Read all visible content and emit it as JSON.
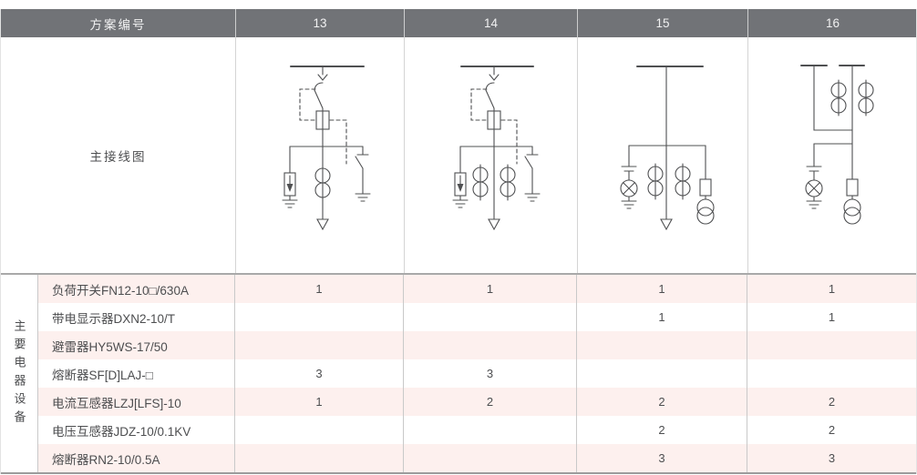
{
  "colors": {
    "header_bg": "#717377",
    "header_text": "#f1f1f2",
    "row_pink": "#fdf0ee",
    "cell_text": "#4d4e50",
    "diagram_stroke": "#4f5052",
    "divider": "#c9c9c9",
    "section_border": "#a9a9a9",
    "bottom_border": "#9b9b9b"
  },
  "table": {
    "header": {
      "label": "方案编号",
      "schemes": [
        "13",
        "14",
        "15",
        "16"
      ]
    },
    "diagram_row": {
      "label": "主接线图",
      "diagrams": [
        {
          "scheme": "13",
          "components": [
            "busbar",
            "plug-in-contact",
            "load-switch",
            "fuse-with-striker-interlock",
            "surge-arrester",
            "current-transformer",
            "earthing-switch",
            "outgoing-feeder-arrow"
          ]
        },
        {
          "scheme": "14",
          "components": [
            "busbar",
            "plug-in-contact",
            "load-switch",
            "fuse-with-striker-interlock",
            "surge-arrester",
            "current-transformer",
            "current-transformer",
            "earthing-switch",
            "outgoing-feeder-arrow"
          ]
        },
        {
          "scheme": "15",
          "components": [
            "busbar",
            "live-display-device",
            "current-transformer",
            "current-transformer",
            "fuse",
            "voltage-transformer",
            "outgoing-feeder-arrow"
          ]
        },
        {
          "scheme": "16",
          "components": [
            "busbar",
            "busbar",
            "current-transformer",
            "current-transformer",
            "live-display-device",
            "fuse",
            "voltage-transformer"
          ]
        }
      ]
    },
    "equipment": {
      "group_label": "主要电器设备",
      "rows": [
        {
          "name": "负荷开关FN12-10□/630A",
          "values": [
            "1",
            "1",
            "1",
            "1"
          ]
        },
        {
          "name": "带电显示器DXN2-10/T",
          "values": [
            "",
            "",
            "1",
            "1"
          ]
        },
        {
          "name": "避雷器HY5WS-17/50",
          "values": [
            "",
            "",
            "",
            ""
          ]
        },
        {
          "name": "熔断器SF[D]LAJ-□",
          "values": [
            "3",
            "3",
            "",
            ""
          ]
        },
        {
          "name": "电流互感器LZJ[LFS]-10",
          "values": [
            "1",
            "2",
            "2",
            "2"
          ]
        },
        {
          "name": "电压互感器JDZ-10/0.1KV",
          "values": [
            "",
            "",
            "2",
            "2"
          ]
        },
        {
          "name": "熔断器RN2-10/0.5A",
          "values": [
            "",
            "",
            "3",
            "3"
          ]
        }
      ]
    }
  }
}
